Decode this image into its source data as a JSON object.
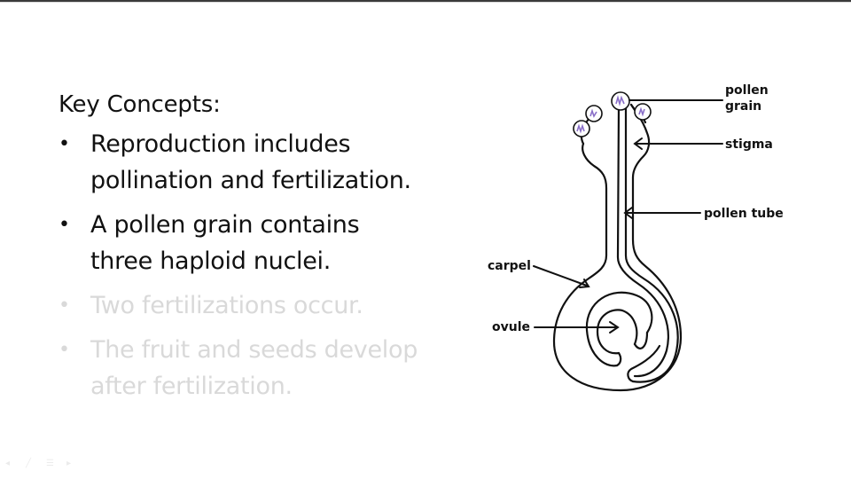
{
  "slide": {
    "heading": "Key Concepts:",
    "bullets": [
      {
        "marker": "•",
        "text": "Reproduction includes pollination and fertilization.",
        "line1": "Reproduction includes",
        "line2": "pollination and fertilization.",
        "state": "active"
      },
      {
        "marker": "•",
        "text": "A pollen grain contains three haploid nuclei.",
        "line1": "A pollen grain contains",
        "line2": "three haploid nuclei.",
        "state": "active"
      },
      {
        "marker": "•",
        "text": "Two fertilizations occur.",
        "line1": "Two fertilizations occur.",
        "line2": "",
        "state": "dimmed"
      },
      {
        "marker": "•",
        "text": "The fruit and seeds develop after fertilization.",
        "line1": "The fruit and seeds develop",
        "line2": "after fertilization.",
        "state": "dimmed"
      }
    ]
  },
  "diagram": {
    "labels": {
      "pollen_grain_1": "pollen",
      "pollen_grain_2": "grain",
      "stigma": "stigma",
      "pollen_tube": "pollen tube",
      "carpel": "carpel",
      "ovule": "ovule"
    },
    "colors": {
      "outline": "#111111",
      "pollen_fill": "#ffffff",
      "pollen_nuclei": "#8a6fc8"
    }
  },
  "toolbar": {
    "icons": [
      "pointer-icon",
      "pen-icon",
      "menu-icon",
      "arrow-icon"
    ]
  }
}
